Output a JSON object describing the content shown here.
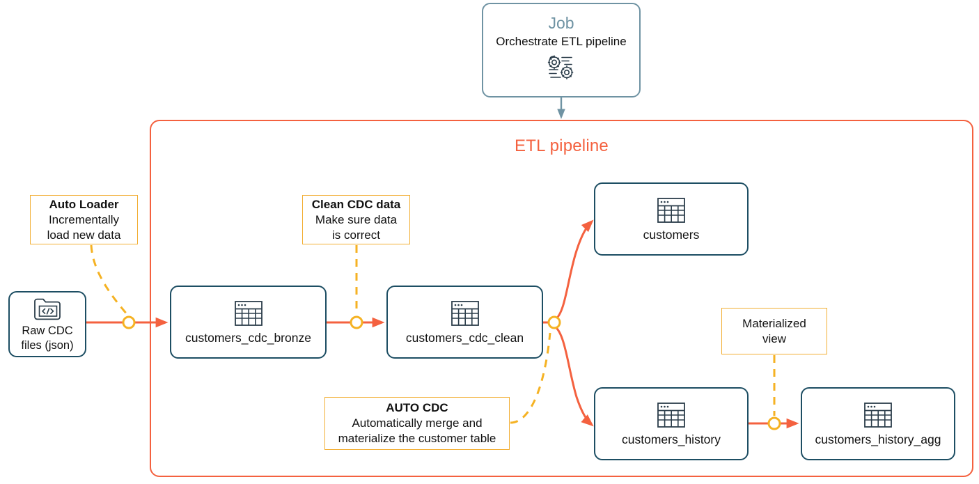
{
  "diagram": {
    "title": "ETL pipeline",
    "container_border_color": "#f4613f",
    "node_border_color": "#1d4e63",
    "note_border_color": "#f2ae33",
    "job_accent_color": "#6f93a3",
    "flow_arrow_color": "#f4613f",
    "annotation_line_color": "#f5b223"
  },
  "job": {
    "title": "Job",
    "subtitle": "Orchestrate ETL pipeline",
    "icon": "gears-workflow-icon"
  },
  "nodes": [
    {
      "id": "raw",
      "label": "Raw CDC\nfiles (json)",
      "icon": "folder-code-icon"
    },
    {
      "id": "bronze",
      "label": "customers_cdc_bronze",
      "icon": "table-icon"
    },
    {
      "id": "clean",
      "label": "customers_cdc_clean",
      "icon": "table-icon"
    },
    {
      "id": "customers",
      "label": "customers",
      "icon": "table-icon"
    },
    {
      "id": "history",
      "label": "customers_history",
      "icon": "table-icon"
    },
    {
      "id": "histagg",
      "label": "customers_history_agg",
      "icon": "table-icon"
    }
  ],
  "notes": [
    {
      "id": "autoloader",
      "title": "Auto Loader",
      "body": "Incrementally\nload new data"
    },
    {
      "id": "cleancdc",
      "title": "Clean CDC data",
      "body": "Make sure data\nis correct"
    },
    {
      "id": "autocdc",
      "title": "AUTO CDC",
      "body": "Automatically merge and\nmaterialize the customer table"
    },
    {
      "id": "matview",
      "title": "",
      "body": "Materialized view"
    }
  ],
  "edges": [
    {
      "from": "job",
      "to": "pipeline-container",
      "style": "solid-arrow-blue"
    },
    {
      "from": "raw",
      "to": "bronze",
      "style": "solid-arrow-coral",
      "marker": "circle"
    },
    {
      "from": "bronze",
      "to": "clean",
      "style": "solid-arrow-coral",
      "marker": "circle"
    },
    {
      "from": "clean",
      "to": "customers",
      "style": "curved-arrow-coral"
    },
    {
      "from": "clean",
      "to": "history",
      "style": "curved-arrow-coral"
    },
    {
      "from": "history",
      "to": "histagg",
      "style": "solid-arrow-coral",
      "marker": "circle"
    },
    {
      "from": "autoloader",
      "to": "raw-to-bronze-marker",
      "style": "dashed-amber"
    },
    {
      "from": "cleancdc",
      "to": "bronze-to-clean-marker",
      "style": "dashed-amber"
    },
    {
      "from": "autocdc",
      "to": "clean-branch-marker",
      "style": "dashed-amber"
    },
    {
      "from": "matview",
      "to": "history-to-agg-marker",
      "style": "dashed-amber"
    }
  ]
}
